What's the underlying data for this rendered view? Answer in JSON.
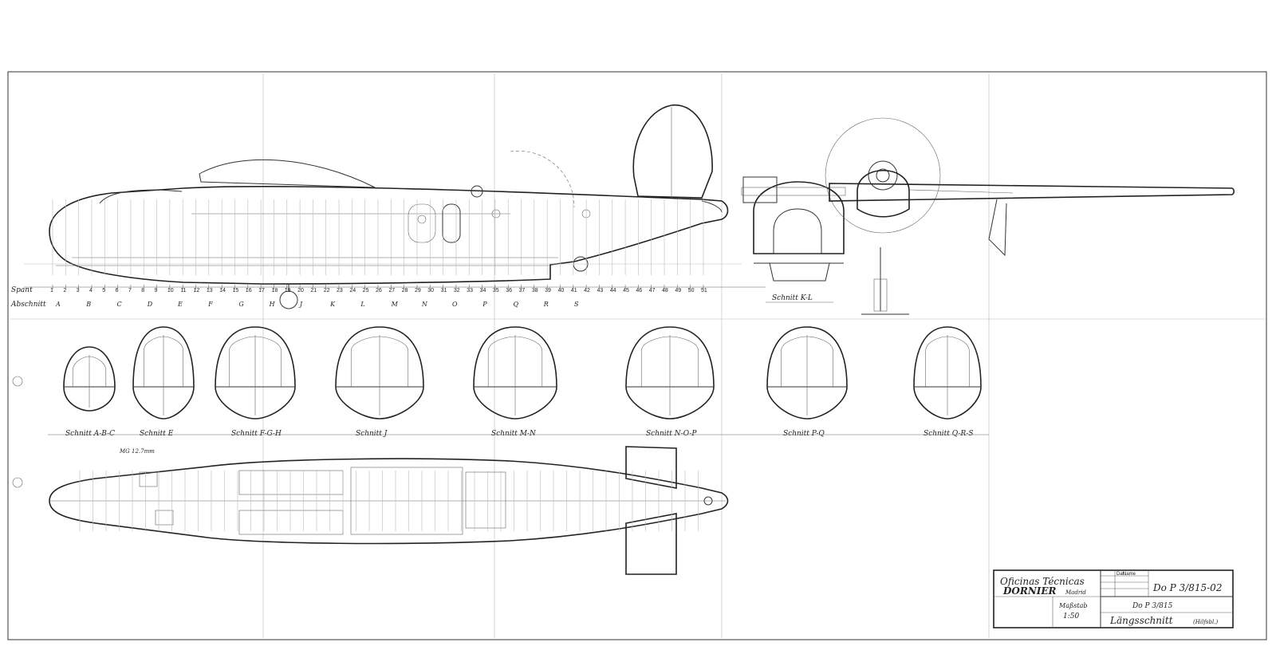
{
  "side_view": {
    "frame_row_label": "Spant",
    "station_row_label": "Abschnitt",
    "frame_numbers": [
      "1",
      "2",
      "3",
      "4",
      "5",
      "6",
      "7",
      "8",
      "9",
      "10",
      "11",
      "12",
      "13",
      "14",
      "15",
      "16",
      "17",
      "18",
      "19",
      "20",
      "21",
      "22",
      "23",
      "24",
      "25",
      "26",
      "27",
      "28",
      "29",
      "30",
      "31",
      "32",
      "33",
      "34",
      "35",
      "36",
      "37",
      "38",
      "39",
      "40",
      "41",
      "42",
      "43",
      "44",
      "45",
      "46",
      "47",
      "48",
      "49",
      "50",
      "51"
    ],
    "station_letters": [
      "A",
      "B",
      "C",
      "D",
      "E",
      "F",
      "G",
      "H",
      "J",
      "K",
      "L",
      "M",
      "N",
      "O",
      "P",
      "Q",
      "R",
      "S"
    ]
  },
  "top_right": {
    "section_label": "Schnitt K-L"
  },
  "sections": [
    {
      "label": "Schnitt A-B-C"
    },
    {
      "label": "Schnitt E"
    },
    {
      "label": "Schnitt F-G-H"
    },
    {
      "label": "Schnitt J"
    },
    {
      "label": "Schnitt M-N"
    },
    {
      "label": "Schnitt N-O-P"
    },
    {
      "label": "Schnitt P-Q"
    },
    {
      "label": "Schnitt Q-R-S"
    }
  ],
  "plan_view": {
    "annotation": "MG 12.7mm"
  },
  "title_block": {
    "company_line1": "Oficinas Técnicas",
    "company_line2": "DORNIER",
    "company_city": "Madrid",
    "scale_label": "Maßstab",
    "scale_value": "1:50",
    "col_header_1": "Dat.",
    "col_header_2": "Name",
    "drawing_number": "Do P 3/815-02",
    "project": "Do P 3/815",
    "title": "Längsschnitt",
    "title_suffix": "(Hilfsbl.)"
  },
  "colors": {
    "ink": "#222222",
    "paper": "#ffffff",
    "grid": "#bbbbbb"
  }
}
